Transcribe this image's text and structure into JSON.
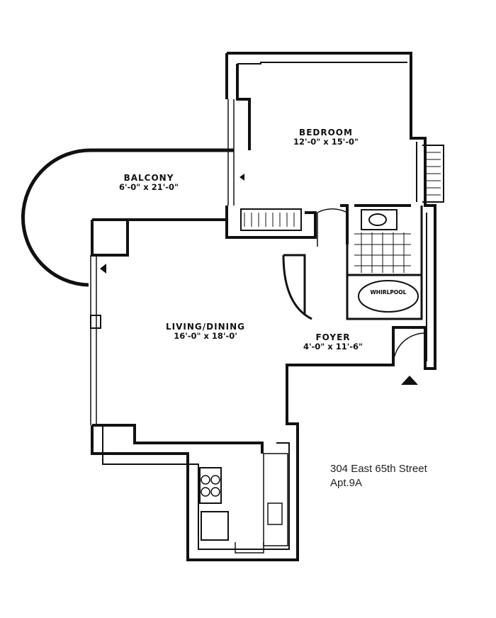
{
  "rooms": {
    "bedroom": {
      "name": "BEDROOM",
      "dims": "12'-0\" x 15'-0\""
    },
    "balcony": {
      "name": "BALCONY",
      "dims": "6'-0\" x 21'-0\""
    },
    "living": {
      "name": "LIVING/DINING",
      "dims": "16'-0\" x 18'-0'"
    },
    "foyer": {
      "name": "FOYER",
      "dims": "4'-0\" x 11'-6\""
    }
  },
  "fixtures": {
    "whirlpool": "WHIRLPOOL"
  },
  "address": {
    "street": "304 East 65th Street",
    "unit": "Apt.9A"
  },
  "colors": {
    "ink": "#111111",
    "paper": "#ffffff"
  }
}
